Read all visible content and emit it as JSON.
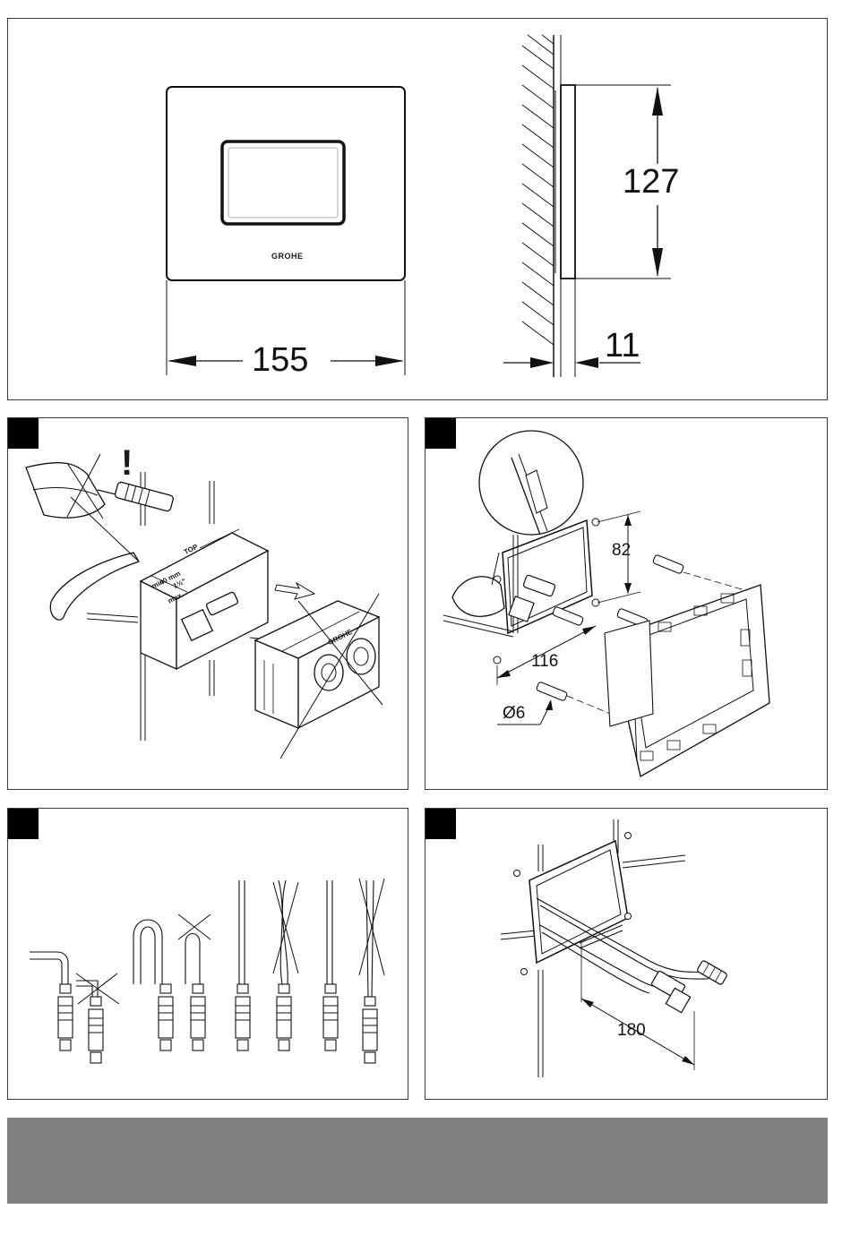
{
  "overview": {
    "width_dim": "155",
    "height_dim": "127",
    "depth_dim": "11",
    "logo": "GROHE"
  },
  "step1": {
    "warning": "!",
    "box_top_label": "TOP",
    "box_labels": [
      "min.",
      "40 mm",
      "1½\"",
      "max."
    ],
    "logo": "GROHE"
  },
  "step2": {
    "dim_vertical": "82",
    "dim_horizontal": "116",
    "drill_diameter": "Ø6"
  },
  "step3": {},
  "step4": {
    "cable_length": "180"
  },
  "colors": {
    "footer_bar": "#808080",
    "step_marker": "#000000",
    "line": "#1a1a1a"
  }
}
